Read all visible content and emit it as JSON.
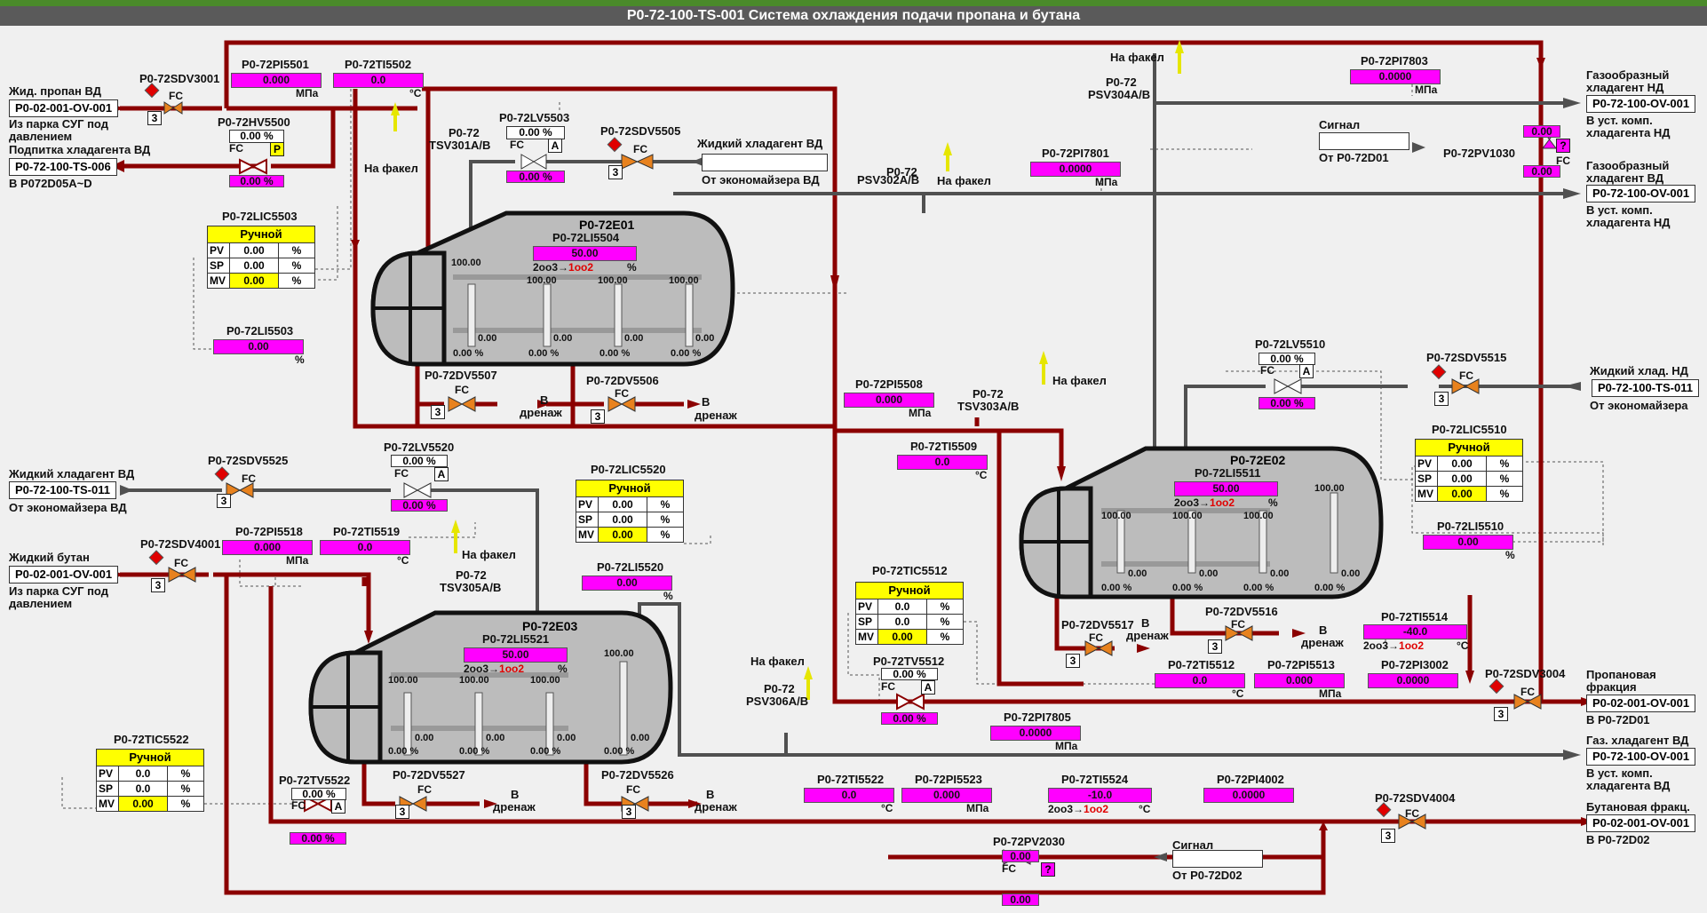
{
  "title": "P0-72-100-TS-001 Система охлаждения подачи пропана и бутана",
  "colors": {
    "pipe_red": "#8b0000",
    "pipe_gray": "#505050",
    "value_bg": "#ff00ff",
    "mode_bg": "#ffff00",
    "valve_orange": "#e8821e"
  },
  "streams": {
    "s1": {
      "label": "Жид. пропан ВД",
      "tag": "P0-02-001-OV-001",
      "sub1": "Из парка СУГ под",
      "sub2": "давлением"
    },
    "s2": {
      "label": "Подпитка хладагента ВД",
      "tag": "P0-72-100-TS-006",
      "sub1": "В P072D05A~D"
    },
    "s3": {
      "label": "Жидкий хладагент ВД",
      "tag": "P0-72-100-TS-011",
      "sub1": "От экономайзера ВД"
    },
    "s4": {
      "label": "Жидкий бутан",
      "tag": "P0-02-001-OV-001",
      "sub1": "Из парка СУГ под",
      "sub2": "давлением"
    },
    "s5": {
      "label": "Газообразный",
      "label2": "хладагент НД",
      "tag": "P0-72-100-OV-001",
      "sub1": "В уст. комп.",
      "sub2": "хладагента НД"
    },
    "s6": {
      "label": "Газообразный",
      "label2": "хладагент ВД",
      "tag": "P0-72-100-OV-001",
      "sub1": "В уст. комп.",
      "sub2": "хладагента НД"
    },
    "s7": {
      "label": "Жидкий хлад. НД",
      "tag": "P0-72-100-TS-011",
      "sub1": "От экономайзера"
    },
    "s8": {
      "label": "Пропановая",
      "label2": "фракция",
      "tag": "P0-02-001-OV-001",
      "sub1": "В P0-72D01"
    },
    "s9": {
      "label": "Газ. хладагент ВД",
      "tag": "P0-72-100-OV-001",
      "sub1": "В уст. комп.",
      "sub2": "хладагента ВД"
    },
    "s10": {
      "label": "Бутановая фракц.",
      "tag": "P0-02-001-OV-001",
      "sub1": "В P0-72D02"
    },
    "s11": {
      "label": "Жидкий хладагент ВД",
      "sub1": "От экономайзера ВД"
    }
  },
  "signals": {
    "sig1": {
      "label": "Сигнал",
      "sub": "От P0-72D01"
    },
    "sig2": {
      "label": "Сигнал",
      "sub": "От P0-72D02"
    }
  },
  "flare": {
    "label": "На факел"
  },
  "drain": {
    "l1": "В",
    "l2": "дренаж"
  },
  "vessels": {
    "e01": {
      "name": "P0-72E01",
      "li_tag": "P0-72LI5504",
      "li_val": "50.00",
      "vote": "2oo3",
      "vote2": "1oo2"
    },
    "e02": {
      "name": "P0-72E02",
      "li_tag": "P0-72LI5511",
      "li_val": "50.00",
      "vote": "2oo3",
      "vote2": "1oo2"
    },
    "e03": {
      "name": "P0-72E03",
      "li_tag": "P0-72LI5521",
      "li_val": "50.00",
      "vote": "2oo3",
      "vote2": "1oo2"
    }
  },
  "gauge": {
    "top": "100.00",
    "pct": "%",
    "bot": "0.00",
    "bot_pct": "0.00 %",
    "val": "0.00"
  },
  "instruments": {
    "pi5501": {
      "tag": "P0-72PI5501",
      "val": "0.000",
      "unit": "МПа"
    },
    "ti5502": {
      "tag": "P0-72TI5502",
      "val": "0.0",
      "unit": "°C"
    },
    "pi7803": {
      "tag": "P0-72PI7803",
      "val": "0.0000",
      "unit": "МПа"
    },
    "pi7801": {
      "tag": "P0-72PI7801",
      "val": "0.0000",
      "unit": "МПа"
    },
    "li5503": {
      "tag": "P0-72LI5503",
      "val": "0.00",
      "unit": "%"
    },
    "pi5508": {
      "tag": "P0-72PI5508",
      "val": "0.000",
      "unit": "МПа"
    },
    "ti5509": {
      "tag": "P0-72TI5509",
      "val": "0.0",
      "unit": "°C"
    },
    "li5510": {
      "tag": "P0-72LI5510",
      "val": "0.00",
      "unit": "%"
    },
    "pi5518": {
      "tag": "P0-72PI5518",
      "val": "0.000",
      "unit": "МПа"
    },
    "ti5519": {
      "tag": "P0-72TI5519",
      "val": "0.0",
      "unit": "°C"
    },
    "li5520": {
      "tag": "P0-72LI5520",
      "val": "0.00",
      "unit": "%"
    },
    "ti5514": {
      "tag": "P0-72TI5514",
      "val": "-40.0",
      "unit": "°C",
      "vote": "2oo3",
      "vote2": "1oo2"
    },
    "ti5512": {
      "tag": "P0-72TI5512",
      "val": "0.0",
      "unit": "°C"
    },
    "pi5513": {
      "tag": "P0-72PI5513",
      "val": "0.000",
      "unit": "МПа"
    },
    "pi3002": {
      "tag": "P0-72PI3002",
      "val": "0.0000"
    },
    "pi7805": {
      "tag": "P0-72PI7805",
      "val": "0.0000",
      "unit": "МПа"
    },
    "ti5522": {
      "tag": "P0-72TI5522",
      "val": "0.0",
      "unit": "°C"
    },
    "pi5523": {
      "tag": "P0-72PI5523",
      "val": "0.000",
      "unit": "МПа"
    },
    "ti5524": {
      "tag": "P0-72TI5524",
      "val": "-10.0",
      "unit": "°C",
      "vote": "2oo3",
      "vote2": "1oo2"
    },
    "pi4002": {
      "tag": "P0-72PI4002",
      "val": "0.0000"
    }
  },
  "controllers": {
    "lic5503": {
      "tag": "P0-72LIC5503",
      "mode": "Ручной",
      "pv": "0.00",
      "sp": "0.00",
      "mv": "0.00",
      "unit": "%"
    },
    "lic5520": {
      "tag": "P0-72LIC5520",
      "mode": "Ручной",
      "pv": "0.00",
      "sp": "0.00",
      "mv": "0.00",
      "unit": "%"
    },
    "lic5510": {
      "tag": "P0-72LIC5510",
      "mode": "Ручной",
      "pv": "0.00",
      "sp": "0.00",
      "mv": "0.00",
      "unit": "%"
    },
    "tic5512": {
      "tag": "P0-72TIC5512",
      "mode": "Ручной",
      "pv": "0.0",
      "sp": "0.0",
      "mv": "0.00",
      "unit": "%"
    },
    "tic5522": {
      "tag": "P0-72TIC5522",
      "mode": "Ручной",
      "pv": "0.0",
      "sp": "0.0",
      "mv": "0.00",
      "unit": "%"
    }
  },
  "row_labels": {
    "pv": "PV",
    "sp": "SP",
    "mv": "MV"
  },
  "valves": {
    "sdv3001": "P0-72SDV3001",
    "hv5500": "P0-72HV5500",
    "lv5503": "P0-72LV5503",
    "sdv5505": "P0-72SDV5505",
    "dv5507": "P0-72DV5507",
    "dv5506": "P0-72DV5506",
    "sdv5525": "P0-72SDV5525",
    "lv5520": "P0-72LV5520",
    "sdv4001": "P0-72SDV4001",
    "tv5522": "P0-72TV5522",
    "dv5527": "P0-72DV5527",
    "dv5526": "P0-72DV5526",
    "tv5512": "P0-72TV5512",
    "lv5510": "P0-72LV5510",
    "sdv5515": "P0-72SDV5515",
    "dv5517": "P0-72DV5517",
    "dv5516": "P0-72DV5516",
    "sdv3004": "P0-72SDV3004",
    "sdv4004": "P0-72SDV4004",
    "pv1030": "P0-72PV1030",
    "pv2030": "P0-72PV2030"
  },
  "valve_pos": {
    "pct": "0.00",
    "unit": "%"
  },
  "fc": "FC",
  "three": "3",
  "badge_a": "A",
  "badge_p": "P",
  "badge_q": "?",
  "psv": {
    "tsv301": {
      "l1": "P0-72",
      "l2": "TSV301A/B"
    },
    "psv302": {
      "l1": "P0-72",
      "l2": "PSV302A/B"
    },
    "psv304": {
      "l1": "P0-72",
      "l2": "PSV304A/B"
    },
    "tsv303": {
      "l1": "P0-72",
      "l2": "TSV303A/B"
    },
    "tsv305": {
      "l1": "P0-72",
      "l2": "TSV305A/B"
    },
    "psv306": {
      "l1": "P0-72",
      "l2": "PSV306A/B"
    }
  }
}
